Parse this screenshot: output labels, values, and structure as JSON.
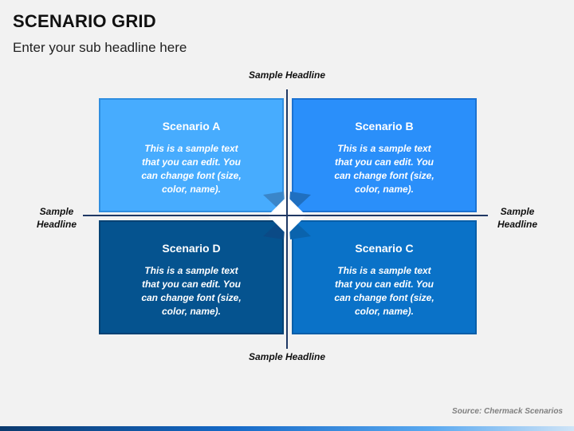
{
  "title": "SCENARIO GRID",
  "subtitle": "Enter your sub headline here",
  "axes": {
    "top": "Sample Headline",
    "bottom": "Sample Headline",
    "left": [
      "Sample",
      "Headline"
    ],
    "right": [
      "Sample",
      "Headline"
    ]
  },
  "scenarios": {
    "a": {
      "title": "Scenario A",
      "lines": [
        "This is a sample text",
        "that you can edit. You",
        "can change font (size,",
        "color, name)."
      ]
    },
    "b": {
      "title": "Scenario B",
      "lines": [
        "This is a sample text",
        "that you can edit. You",
        "can change font (size,",
        "color, name)."
      ]
    },
    "d": {
      "title": "Scenario D",
      "lines": [
        "This is a sample text",
        "that you can edit. You",
        "can change font (size,",
        "color, name)."
      ]
    },
    "c": {
      "title": "Scenario C",
      "lines": [
        "This is a sample text",
        "that you can edit. You",
        "can change font (size,",
        "color, name)."
      ]
    }
  },
  "source": "Source: Chermack Scenarios",
  "colors": {
    "scenario_a": "#47acfe",
    "scenario_b": "#2a8ffa",
    "scenario_d": "#05538f",
    "scenario_c": "#0a72c8",
    "axis_line": "#1f3864"
  }
}
